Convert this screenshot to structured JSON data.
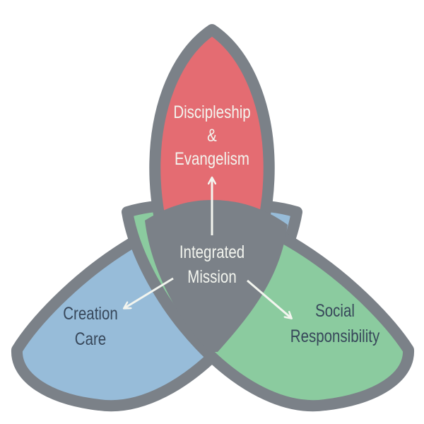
{
  "colors": {
    "outline": "#7b8188",
    "discipleship": "#e46c72",
    "creation": "#97bcd9",
    "social": "#8bcb9f",
    "dark_text": "#37475a",
    "light_text": "#f3f5ef"
  },
  "center": {
    "line1": "Integrated",
    "line2": "Mission"
  },
  "top": {
    "line1": "Discipleship",
    "line2": "&",
    "line3": "Evangelism"
  },
  "left": {
    "line1": "Creation",
    "line2": "Care"
  },
  "right": {
    "line1": "Social",
    "line2": "Responsibility"
  }
}
